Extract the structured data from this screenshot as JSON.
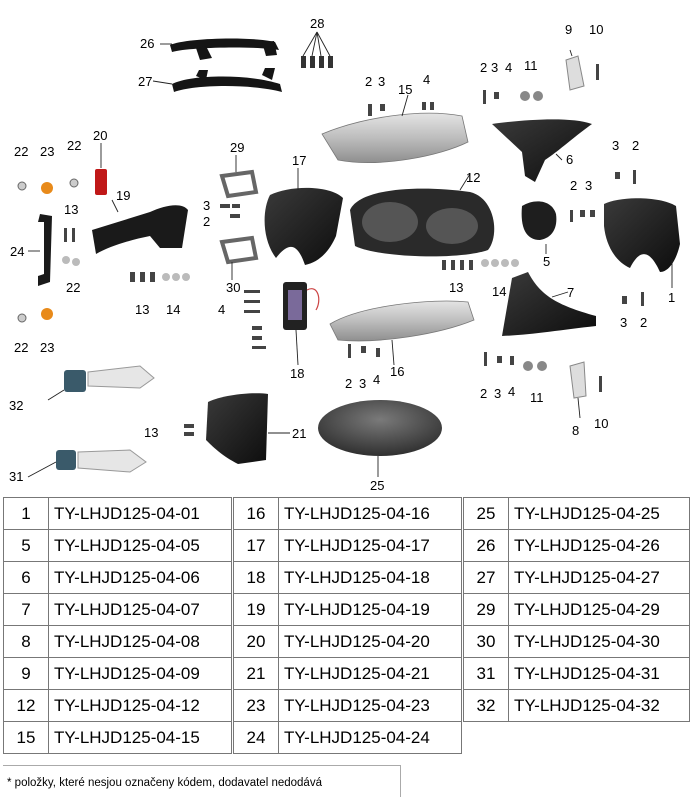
{
  "callouts": {
    "c1": "1",
    "c2a": "2",
    "c2b": "2",
    "c2c": "2",
    "c2d": "2",
    "c2e": "2",
    "c2f": "2",
    "c2g": "2",
    "c2h": "2",
    "c3a": "3",
    "c3b": "3",
    "c3c": "3",
    "c3d": "3",
    "c3e": "3",
    "c3f": "3",
    "c3g": "3",
    "c3h": "3",
    "c4a": "4",
    "c4b": "4",
    "c4c": "4",
    "c4d": "4",
    "c4e": "4",
    "c5": "5",
    "c6": "6",
    "c7": "7",
    "c8": "8",
    "c9": "9",
    "c10a": "10",
    "c10b": "10",
    "c11a": "11",
    "c11b": "11",
    "c12": "12",
    "c13a": "13",
    "c13b": "13",
    "c13c": "13",
    "c13d": "13",
    "c14a": "14",
    "c14b": "14",
    "c15": "15",
    "c16": "16",
    "c17": "17",
    "c18": "18",
    "c19": "19",
    "c20": "20",
    "c21": "21",
    "c22a": "22",
    "c22b": "22",
    "c22c": "22",
    "c22d": "22",
    "c23a": "23",
    "c23b": "23",
    "c24": "24",
    "c25": "25",
    "c26": "26",
    "c27": "27",
    "c28": "28",
    "c29": "29",
    "c30": "30",
    "c31": "31",
    "c32": "32"
  },
  "parts_table_1": [
    {
      "num": "1",
      "code": "TY-LHJD125-04-01"
    },
    {
      "num": "5",
      "code": "TY-LHJD125-04-05"
    },
    {
      "num": "6",
      "code": "TY-LHJD125-04-06"
    },
    {
      "num": "7",
      "code": "TY-LHJD125-04-07"
    },
    {
      "num": "8",
      "code": "TY-LHJD125-04-08"
    },
    {
      "num": "9",
      "code": "TY-LHJD125-04-09"
    },
    {
      "num": "12",
      "code": "TY-LHJD125-04-12"
    },
    {
      "num": "15",
      "code": "TY-LHJD125-04-15"
    }
  ],
  "parts_table_2": [
    {
      "num": "16",
      "code": "TY-LHJD125-04-16"
    },
    {
      "num": "17",
      "code": "TY-LHJD125-04-17"
    },
    {
      "num": "18",
      "code": "TY-LHJD125-04-18"
    },
    {
      "num": "19",
      "code": "TY-LHJD125-04-19"
    },
    {
      "num": "20",
      "code": "TY-LHJD125-04-20"
    },
    {
      "num": "21",
      "code": "TY-LHJD125-04-21"
    },
    {
      "num": "23",
      "code": "TY-LHJD125-04-23"
    },
    {
      "num": "24",
      "code": "TY-LHJD125-04-24"
    }
  ],
  "parts_table_3": [
    {
      "num": "25",
      "code": "TY-LHJD125-04-25"
    },
    {
      "num": "26",
      "code": "TY-LHJD125-04-26"
    },
    {
      "num": "27",
      "code": "TY-LHJD125-04-27"
    },
    {
      "num": "29",
      "code": "TY-LHJD125-04-29"
    },
    {
      "num": "30",
      "code": "TY-LHJD125-04-30"
    },
    {
      "num": "31",
      "code": "TY-LHJD125-04-31"
    },
    {
      "num": "32",
      "code": "TY-LHJD125-04-32"
    }
  ],
  "footnote": "* položky, které nesjou označeny kódem, dodavatel nedodává",
  "colors": {
    "amber_reflector": "#e88a1a",
    "red_reflector": "#c01818",
    "panel_silver": "#c8c8c8",
    "plastic_black": "#1c1c1c"
  }
}
